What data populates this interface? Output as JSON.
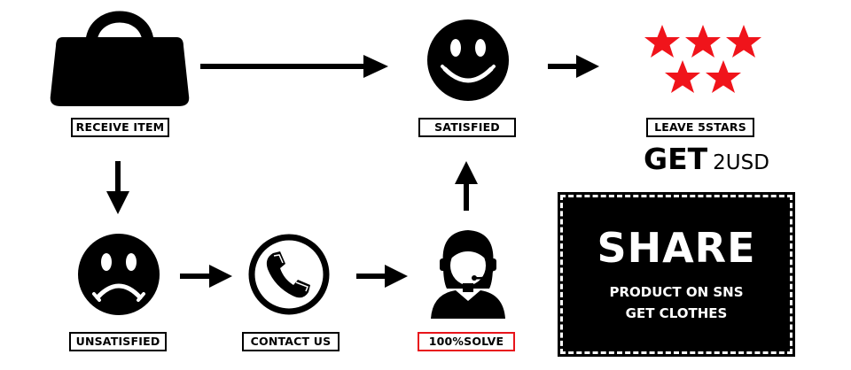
{
  "nodes": {
    "receive_item": {
      "label": "RECEIVE ITEM",
      "icon": "handbag-icon"
    },
    "satisfied": {
      "label": "SATISFIED",
      "icon": "smiley-face-icon"
    },
    "leave_stars": {
      "label": "LEAVE 5STARS",
      "icon": "five-stars-icon",
      "star_color": "#f0141b"
    },
    "unsatisfied": {
      "label": "UNSATISFIED",
      "icon": "sad-face-icon"
    },
    "contact_us": {
      "label": "CONTACT US",
      "icon": "telephone-icon"
    },
    "solve": {
      "label": "100%SOLVE",
      "icon": "support-agent-icon",
      "border_color": "#e8141b"
    }
  },
  "reward": {
    "get": "GET",
    "amount": "2USD"
  },
  "share": {
    "title": "SHARE",
    "line1": "PRODUCT ON SNS",
    "line2": "GET CLOTHES"
  },
  "colors": {
    "ink": "#000000",
    "background": "#ffffff",
    "accent": "#e8141b"
  }
}
